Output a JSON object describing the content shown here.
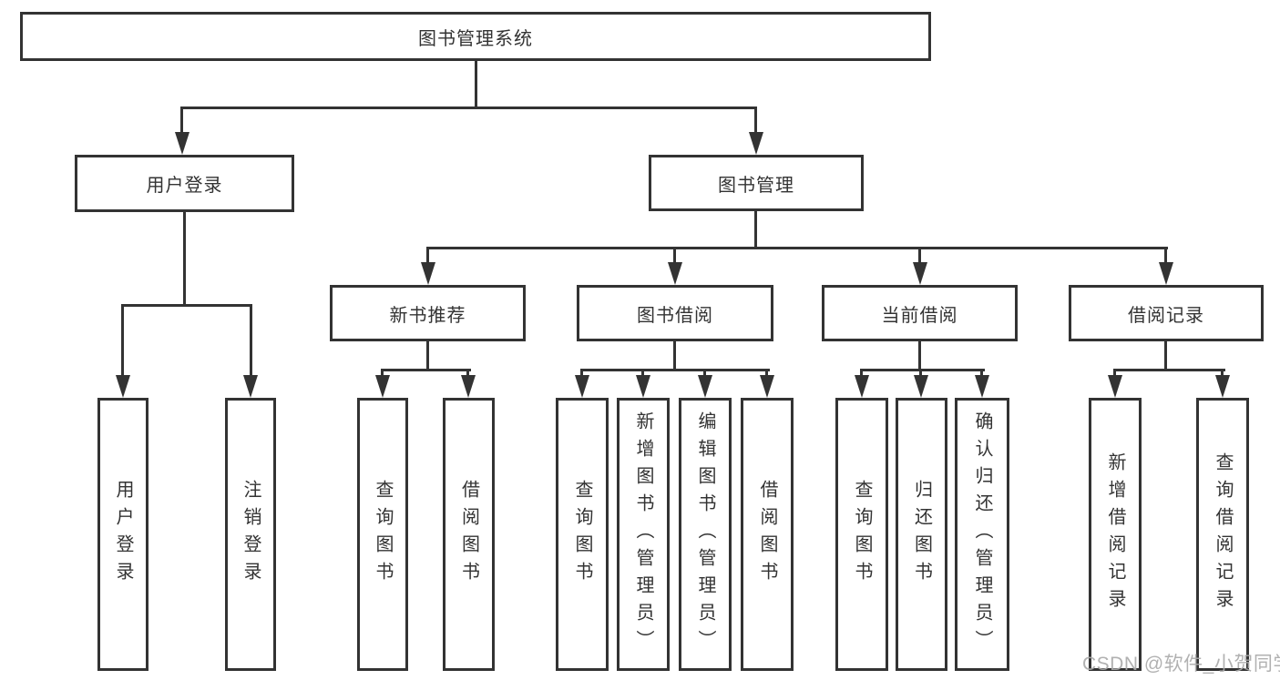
{
  "diagram": {
    "root_label": "图书管理系统",
    "level2": {
      "user_login": "用户登录",
      "book_management": "图书管理"
    },
    "user_login_children": [
      "用户登录",
      "注销登录"
    ],
    "level3": [
      "新书推荐",
      "图书借阅",
      "当前借阅",
      "借阅记录"
    ],
    "new_book_children": [
      "查询图书",
      "借阅图书"
    ],
    "book_borrow_children": [
      "查询图书",
      "新增图书（管理员）",
      "编辑图书（管理员）",
      "借阅图书"
    ],
    "current_borrow_children": [
      "查询图书",
      "归还图书",
      "确认归还（管理员）"
    ],
    "borrow_record_children": [
      "新增借阅记录",
      "查询借阅记录"
    ],
    "watermark": "CSDN @软件_小贺同学",
    "colors": {
      "line": "#333333",
      "text": "#333333",
      "watermark": "#aaaaaa",
      "background": "#ffffff"
    }
  }
}
